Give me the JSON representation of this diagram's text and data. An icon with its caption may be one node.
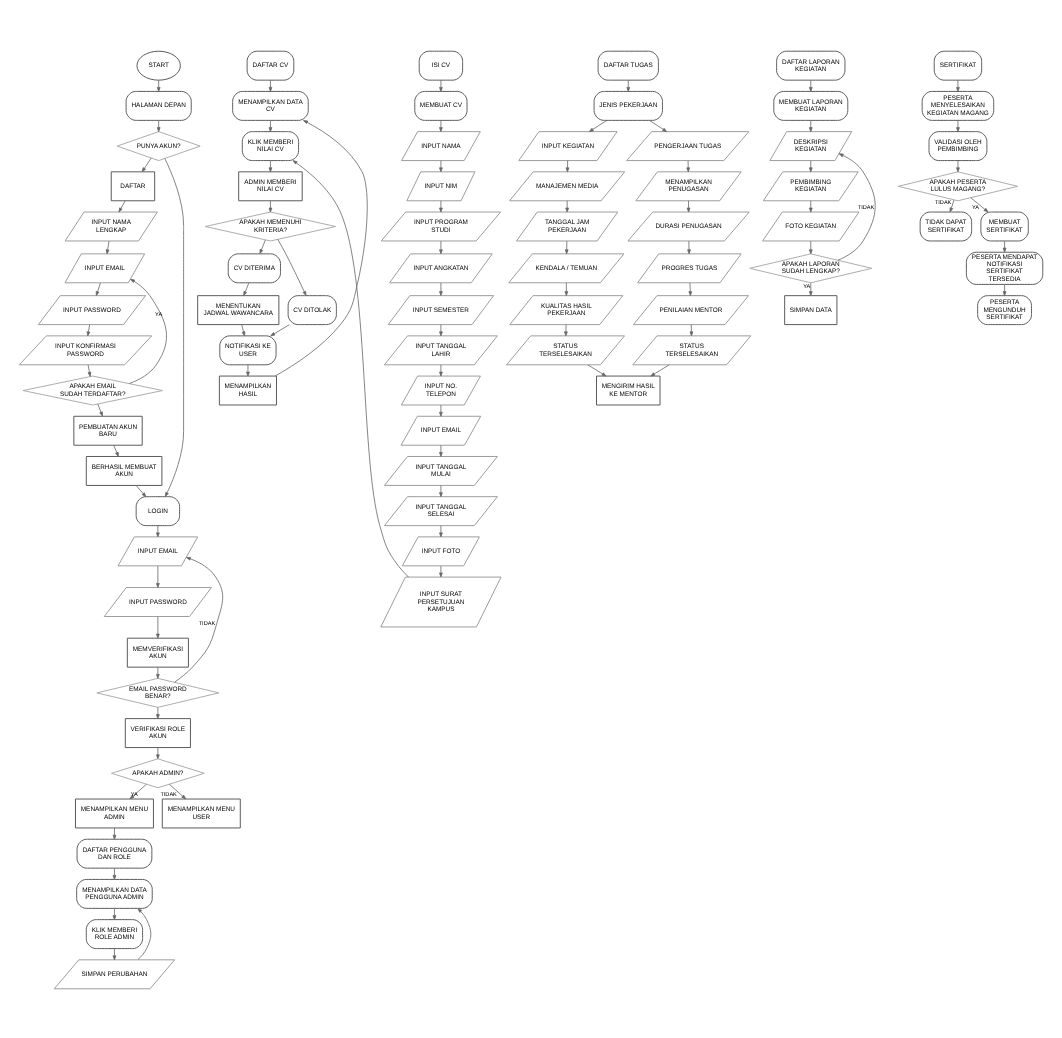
{
  "diagram": {
    "nodes": [
      {
        "text": [
          "START"
        ]
      },
      {
        "text": [
          "HALAMAN DEPAN"
        ]
      },
      {
        "text": [
          "PUNYA AKUN?"
        ]
      },
      {
        "text": [
          "DAFTAR"
        ]
      },
      {
        "text": [
          "INPUT NAMA LENGKAP"
        ]
      },
      {
        "text": [
          "INPUT EMAIL"
        ]
      },
      {
        "text": [
          "INPUT PASSWORD"
        ]
      },
      {
        "text": [
          "INPUT KONFIRMASI PASSWORD"
        ]
      },
      {
        "text": [
          "APAKAH EMAIL SUDAH TERDAFTAR?"
        ]
      },
      {
        "text": [
          "PEMBUATAN AKUN BARU"
        ]
      },
      {
        "text": [
          "BERHASIL MEMBUAT AKUN"
        ]
      },
      {
        "text": [
          "LOGIN"
        ]
      },
      {
        "text": [
          "INPUT EMAIL"
        ]
      },
      {
        "text": [
          "INPUT PASSWORD"
        ]
      },
      {
        "text": [
          "MEMVERIFIKASI AKUN"
        ]
      },
      {
        "text": [
          "EMAIL PASSWORD BENAR?"
        ]
      },
      {
        "text": [
          "VERIFIKASI ROLE AKUN"
        ]
      },
      {
        "text": [
          "APAKAH ADMIN?"
        ]
      },
      {
        "text": [
          "MENAMPILKAN MENU ADMIN"
        ]
      },
      {
        "text": [
          "MENAMPILKAN MENU USER"
        ]
      },
      {
        "text": [
          "DAFTAR PENGGUNA DAN ROLE"
        ]
      },
      {
        "text": [
          "MENAMPILKAN DATA PENGGUNA ADMIN"
        ]
      },
      {
        "text": [
          "KLIK MEMBERI ROLE ADMIN"
        ]
      },
      {
        "text": [
          "SIMPAN PERUBAHAN"
        ]
      },
      {
        "text": [
          "DAFTAR CV"
        ]
      },
      {
        "text": [
          "MENAMPILKAN DATA CV"
        ]
      },
      {
        "text": [
          "KLIK MEMBERI NILAI CV"
        ]
      },
      {
        "text": [
          "ADMIN MEMBERI NILAI CV"
        ]
      },
      {
        "text": [
          "APAKAH MEMENUHI KRITERIA?"
        ]
      },
      {
        "text": [
          "CV DITERIMA"
        ]
      },
      {
        "text": [
          "MENENTUKAN JADWAL WAWANCARA"
        ]
      },
      {
        "text": [
          "CV DITOLAK"
        ]
      },
      {
        "text": [
          "NOTIFIKASI KE USER"
        ]
      },
      {
        "text": [
          "MENAMPILKAN HASIL"
        ]
      },
      {
        "text": [
          "ISI CV"
        ]
      },
      {
        "text": [
          "MEMBUAT CV"
        ]
      },
      {
        "text": [
          "INPUT NAMA"
        ]
      },
      {
        "text": [
          "INPUT NIM"
        ]
      },
      {
        "text": [
          "INPUT PROGRAM STUDI"
        ]
      },
      {
        "text": [
          "INPUT ANGKATAN"
        ]
      },
      {
        "text": [
          "INPUT SEMESTER"
        ]
      },
      {
        "text": [
          "INPUT TANGGAL LAHIR"
        ]
      },
      {
        "text": [
          "INPUT NO. TELEPON"
        ]
      },
      {
        "text": [
          "INPUT EMAIL"
        ]
      },
      {
        "text": [
          "INPUT TANGGAL MULAI"
        ]
      },
      {
        "text": [
          "INPUT TANGGAL SELESAI"
        ]
      },
      {
        "text": [
          "INPUT FOTO"
        ]
      },
      {
        "text": [
          "INPUT SURAT PERSETUJUAN KAMPUS"
        ]
      },
      {
        "text": [
          "DAFTAR TUGAS"
        ]
      },
      {
        "text": [
          "JENIS PEKERJAAN"
        ]
      },
      {
        "text": [
          "INPUT KEGIATAN"
        ]
      },
      {
        "text": [
          "MANAJEMEN MEDIA"
        ]
      },
      {
        "text": [
          "TANGGAL JAM PEKERJAAN"
        ]
      },
      {
        "text": [
          "KENDALA / TEMUAN"
        ]
      },
      {
        "text": [
          "KUALITAS HASIL PEKERJAAN"
        ]
      },
      {
        "text": [
          "STATUS TERSELESAIKAN"
        ]
      },
      {
        "text": [
          "PENGERJAAN TUGAS"
        ]
      },
      {
        "text": [
          "MENAMPILKAN PENUGASAN"
        ]
      },
      {
        "text": [
          "DURASI PENUGASAN"
        ]
      },
      {
        "text": [
          "PROGRES TUGAS"
        ]
      },
      {
        "text": [
          "PENILAIAN MENTOR"
        ]
      },
      {
        "text": [
          "STATUS TERSELESAIKAN"
        ]
      },
      {
        "text": [
          "MENGIRIM HASIL KE MENTOR"
        ]
      },
      {
        "text": [
          "DAFTAR LAPORAN KEGIATAN"
        ]
      },
      {
        "text": [
          "MEMBUAT LAPORAN KEGIATAN"
        ]
      },
      {
        "text": [
          "DESKRIPSI KEGIATAN"
        ]
      },
      {
        "text": [
          "PEMBIMBING KEGIATAN"
        ]
      },
      {
        "text": [
          "FOTO KEGIATAN"
        ]
      },
      {
        "text": [
          "APAKAH LAPORAN SUDAH LENGKAP?"
        ]
      },
      {
        "text": [
          "SIMPAN DATA"
        ]
      },
      {
        "text": [
          "SERTIFIKAT"
        ]
      },
      {
        "text": [
          "PESERTA MENYELESAIKAN KEGIATAN MAGANG"
        ]
      },
      {
        "text": [
          "VALIDASI OLEH PEMBIMBING"
        ]
      },
      {
        "text": [
          "APAKAH PESERTA LULUS MAGANG?"
        ]
      },
      {
        "text": [
          "TIDAK DAPAT SERTIFIKAT"
        ]
      },
      {
        "text": [
          "MEMBUAT SERTIFIKAT"
        ]
      },
      {
        "text": [
          "PESERTA MENDAPAT NOTIFIKASI SERTIFIKAT TERSEDIA"
        ]
      },
      {
        "text": [
          "PESERTA MENGUNDUH SERTIFIKAT"
        ]
      }
    ],
    "edges": [
      {
        "from": 0,
        "to": 1,
        "arrow": "to"
      },
      {
        "from": 1,
        "to": 2,
        "arrow": "to"
      },
      {
        "from": 2,
        "to": 3,
        "arrow": "to"
      },
      {
        "from": 2,
        "to": 11,
        "arrow": "to"
      },
      {
        "from": 3,
        "to": 4,
        "arrow": "to"
      },
      {
        "from": 4,
        "to": 5,
        "arrow": "to"
      },
      {
        "from": 5,
        "to": 6,
        "arrow": "to"
      },
      {
        "from": 6,
        "to": 7,
        "arrow": "to"
      },
      {
        "from": 7,
        "to": 8,
        "arrow": "to"
      },
      {
        "from": 8,
        "to": 5,
        "arrow": "to",
        "label": "YA"
      },
      {
        "from": 8,
        "to": 9,
        "arrow": "to"
      },
      {
        "from": 9,
        "to": 10,
        "arrow": "to"
      },
      {
        "from": 10,
        "to": 11,
        "arrow": "to"
      },
      {
        "from": 11,
        "to": 12,
        "arrow": "to"
      },
      {
        "from": 12,
        "to": 13,
        "arrow": "to"
      },
      {
        "from": 13,
        "to": 14,
        "arrow": "to"
      },
      {
        "from": 14,
        "to": 15,
        "arrow": "to"
      },
      {
        "from": 15,
        "to": 12,
        "arrow": "to",
        "label": "TIDAK"
      },
      {
        "from": 15,
        "to": 16,
        "arrow": "to"
      },
      {
        "from": 16,
        "to": 17,
        "arrow": "to"
      },
      {
        "from": 17,
        "to": 18,
        "arrow": "to",
        "label": "YA"
      },
      {
        "from": 17,
        "to": 19,
        "arrow": "to",
        "label": "TIDAK"
      },
      {
        "from": 18,
        "to": 20,
        "arrow": "to"
      },
      {
        "from": 20,
        "to": 21,
        "arrow": "to"
      },
      {
        "from": 21,
        "to": 22,
        "arrow": "to"
      },
      {
        "from": 22,
        "to": 23,
        "arrow": "to"
      },
      {
        "from": 23,
        "to": 21,
        "arrow": "to"
      },
      {
        "from": 24,
        "to": 25,
        "arrow": "to"
      },
      {
        "from": 25,
        "to": 26,
        "arrow": "to"
      },
      {
        "from": 26,
        "to": 27,
        "arrow": "to"
      },
      {
        "from": 27,
        "to": 28,
        "arrow": "to"
      },
      {
        "from": 28,
        "to": 29,
        "arrow": "to"
      },
      {
        "from": 28,
        "to": 31,
        "arrow": "to"
      },
      {
        "from": 29,
        "to": 30,
        "arrow": "to"
      },
      {
        "from": 30,
        "to": 32,
        "arrow": "to"
      },
      {
        "from": 31,
        "to": 32,
        "arrow": "to"
      },
      {
        "from": 32,
        "to": 33,
        "arrow": "to"
      },
      {
        "from": 33,
        "to": 25,
        "arrow": "to"
      },
      {
        "from": 34,
        "to": 35,
        "arrow": "to"
      },
      {
        "from": 35,
        "to": 36,
        "arrow": "to"
      },
      {
        "from": 36,
        "to": 37,
        "arrow": "to"
      },
      {
        "from": 37,
        "to": 38,
        "arrow": "to"
      },
      {
        "from": 38,
        "to": 39,
        "arrow": "to"
      },
      {
        "from": 39,
        "to": 40,
        "arrow": "to"
      },
      {
        "from": 40,
        "to": 41,
        "arrow": "to"
      },
      {
        "from": 41,
        "to": 42,
        "arrow": "to"
      },
      {
        "from": 42,
        "to": 43,
        "arrow": "to"
      },
      {
        "from": 43,
        "to": 44,
        "arrow": "to"
      },
      {
        "from": 44,
        "to": 45,
        "arrow": "to"
      },
      {
        "from": 45,
        "to": 46,
        "arrow": "to"
      },
      {
        "from": 46,
        "to": 47,
        "arrow": "to"
      },
      {
        "from": 47,
        "to": 26,
        "arrow": "to"
      },
      {
        "from": 48,
        "to": 49,
        "arrow": "to"
      },
      {
        "from": 49,
        "to": 50,
        "arrow": "to"
      },
      {
        "from": 49,
        "to": 56,
        "arrow": "to"
      },
      {
        "from": 50,
        "to": 51,
        "arrow": "to"
      },
      {
        "from": 51,
        "to": 52,
        "arrow": "to"
      },
      {
        "from": 52,
        "to": 53,
        "arrow": "to"
      },
      {
        "from": 53,
        "to": 54,
        "arrow": "to"
      },
      {
        "from": 54,
        "to": 55,
        "arrow": "to"
      },
      {
        "from": 56,
        "to": 57,
        "arrow": "to"
      },
      {
        "from": 57,
        "to": 58,
        "arrow": "to"
      },
      {
        "from": 58,
        "to": 59,
        "arrow": "to"
      },
      {
        "from": 59,
        "to": 60,
        "arrow": "to"
      },
      {
        "from": 60,
        "to": 61,
        "arrow": "to"
      },
      {
        "from": 55,
        "to": 62,
        "arrow": "to"
      },
      {
        "from": 61,
        "to": 62,
        "arrow": "to"
      },
      {
        "from": 63,
        "to": 64,
        "arrow": "to"
      },
      {
        "from": 64,
        "to": 65,
        "arrow": "to"
      },
      {
        "from": 65,
        "to": 66,
        "arrow": "to"
      },
      {
        "from": 66,
        "to": 67,
        "arrow": "to"
      },
      {
        "from": 67,
        "to": 68,
        "arrow": "to"
      },
      {
        "from": 68,
        "to": 65,
        "arrow": "to",
        "label": "TIDAK"
      },
      {
        "from": 68,
        "to": 69,
        "arrow": "to",
        "label": "YA"
      },
      {
        "from": 70,
        "to": 71,
        "arrow": "to"
      },
      {
        "from": 71,
        "to": 72,
        "arrow": "to"
      },
      {
        "from": 72,
        "to": 73,
        "arrow": "to"
      },
      {
        "from": 73,
        "to": 74,
        "arrow": "to",
        "label": "TIDAK"
      },
      {
        "from": 73,
        "to": 75,
        "arrow": "to",
        "label": "YA"
      },
      {
        "from": 75,
        "to": 76,
        "arrow": "to"
      },
      {
        "from": 76,
        "to": 77,
        "arrow": "to"
      }
    ]
  }
}
